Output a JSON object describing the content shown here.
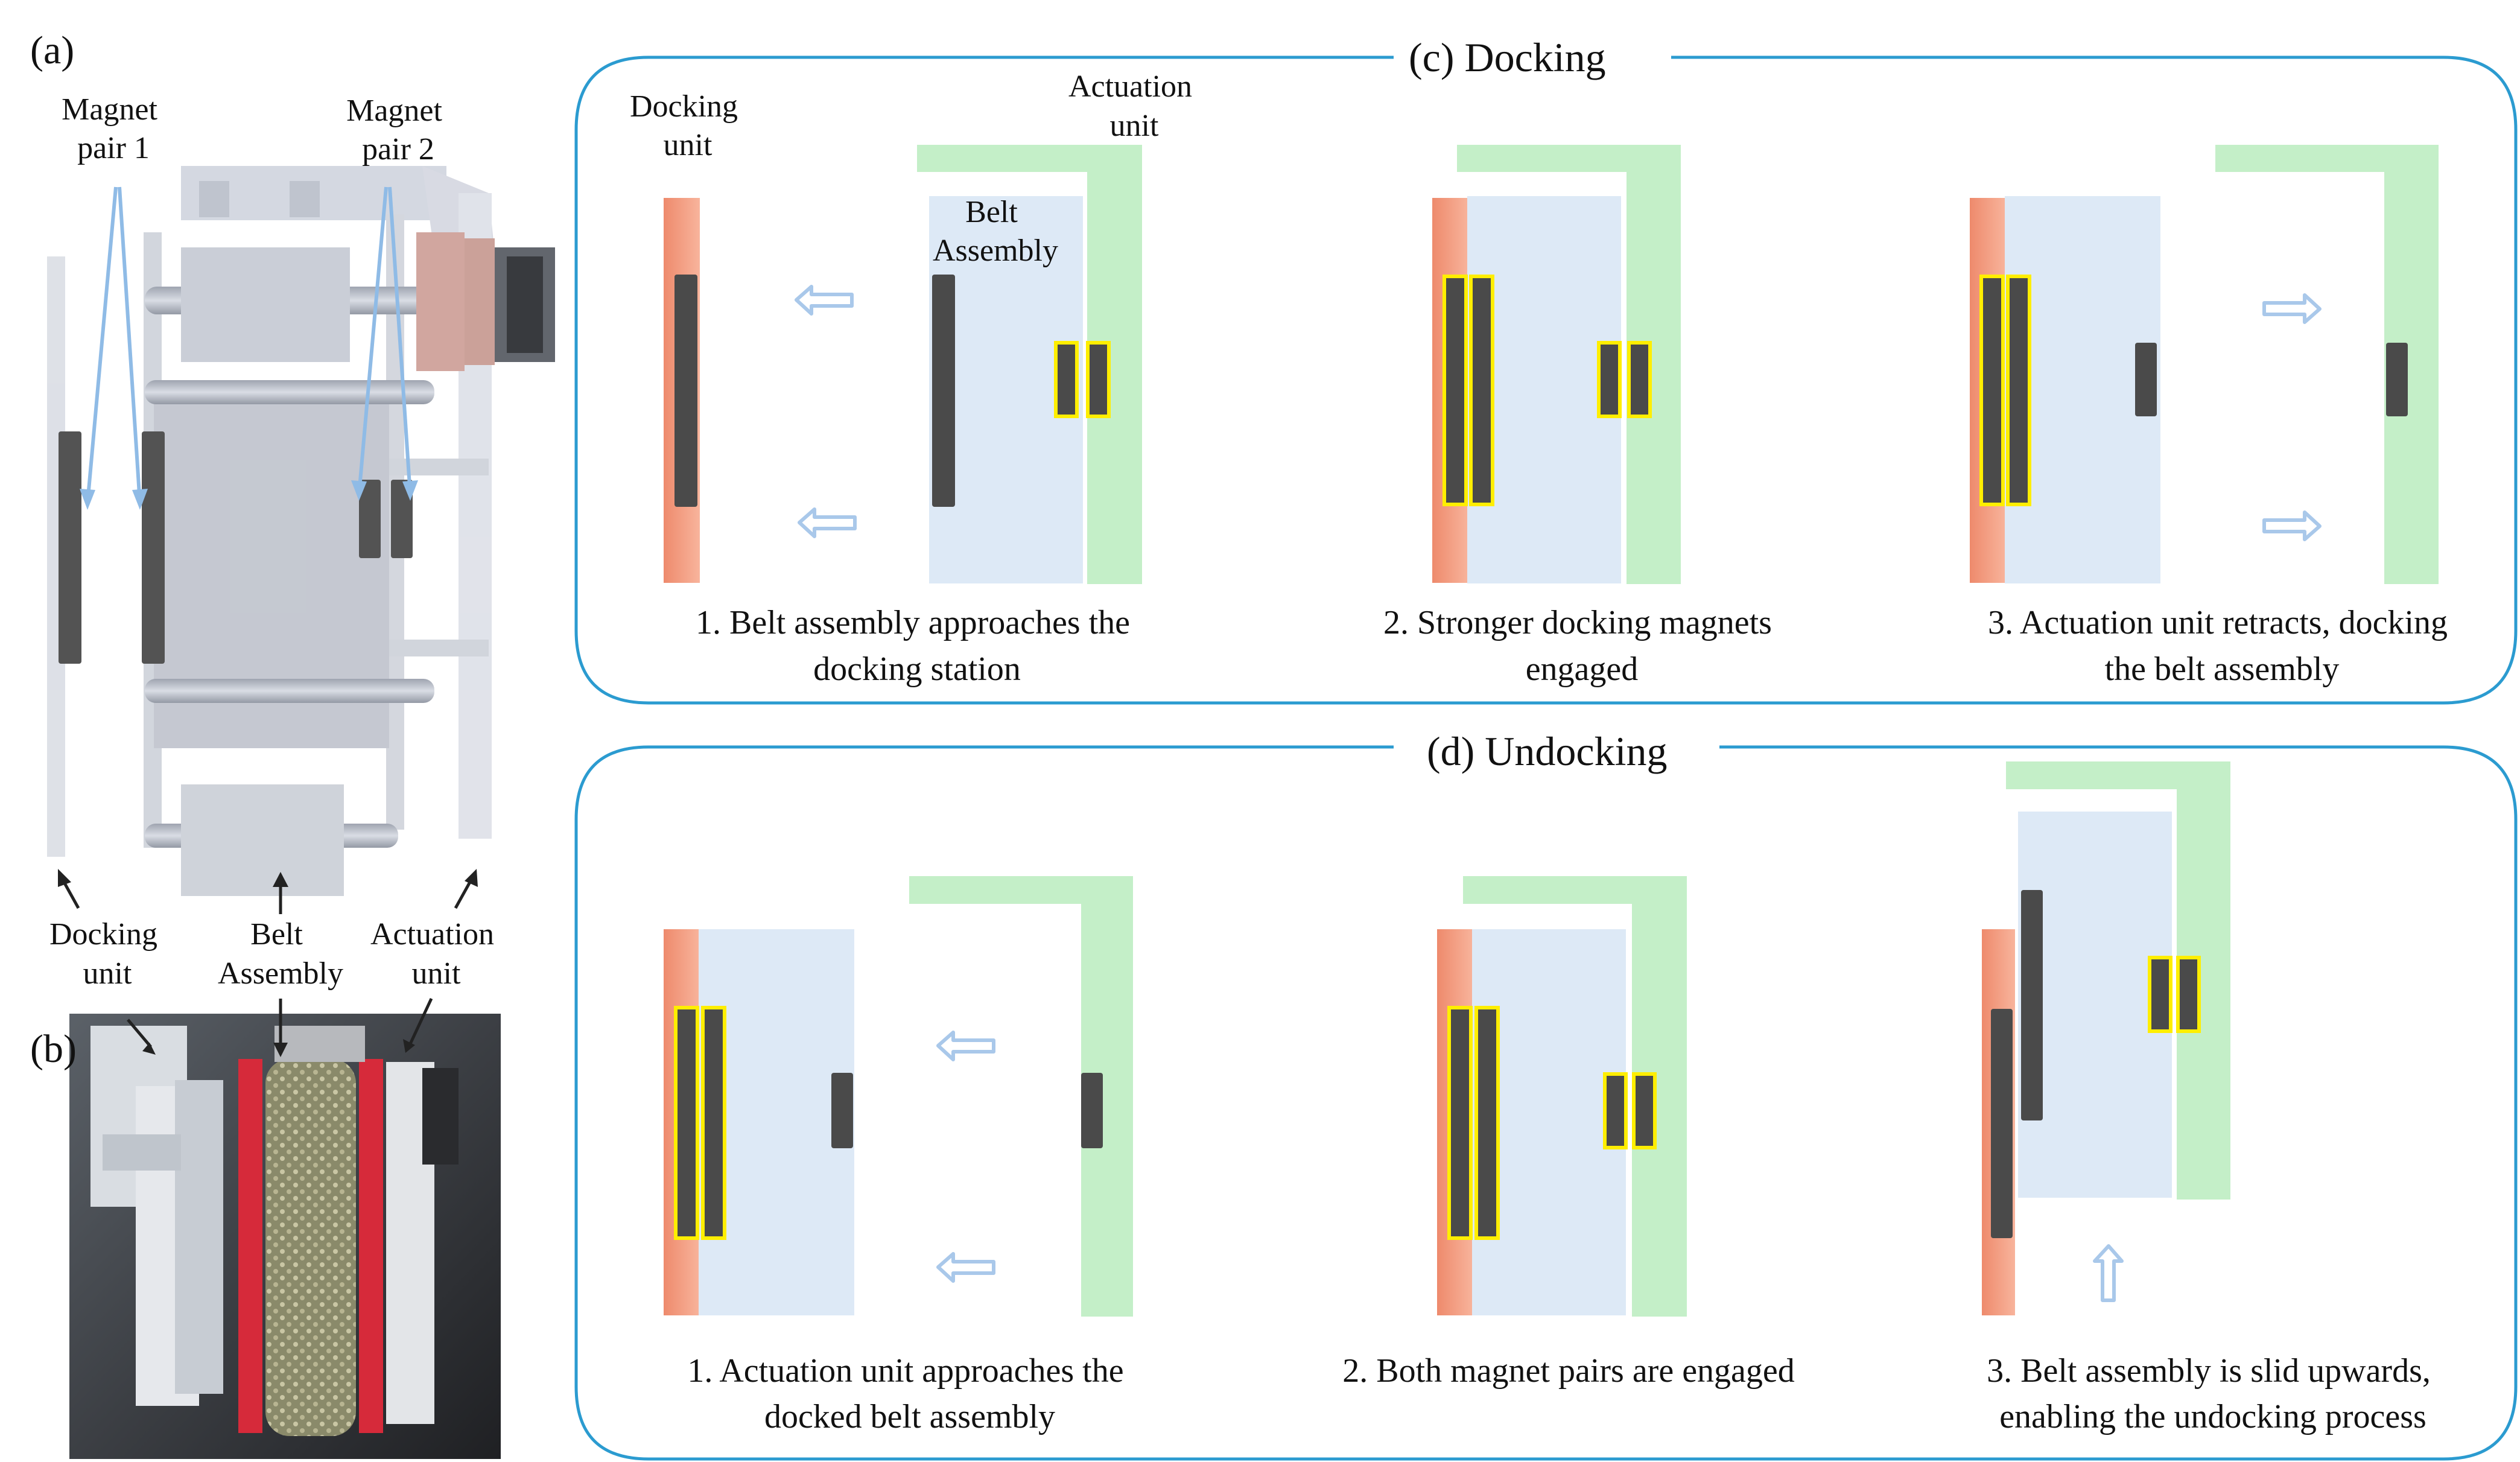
{
  "panel_labels": {
    "a": "(a)",
    "b": "(b)"
  },
  "panel_a": {
    "magnet_pair_1": [
      "Magnet",
      "pair 1"
    ],
    "magnet_pair_2": [
      "Magnet",
      "pair 2"
    ],
    "docking_unit": [
      "Docking",
      "unit"
    ],
    "belt_assembly": [
      "Belt",
      "Assembly"
    ],
    "actuation_unit": [
      "Actuation",
      "unit"
    ]
  },
  "docking": {
    "title": "(c)  Docking",
    "labels": {
      "docking_unit": [
        "Docking",
        "unit"
      ],
      "actuation_unit": [
        "Actuation",
        "unit"
      ],
      "belt_assembly": [
        "Belt",
        "Assembly"
      ]
    },
    "steps": [
      [
        "1. Belt assembly approaches the",
        "docking station"
      ],
      [
        "2. Stronger docking magnets",
        "engaged"
      ],
      [
        "3. Actuation unit retracts, docking",
        "the belt assembly"
      ]
    ]
  },
  "undocking": {
    "title": "(d) Undocking",
    "steps": [
      [
        "1. Actuation unit approaches the",
        "docked belt assembly"
      ],
      [
        "2. Both magnet pairs are engaged",
        ""
      ],
      [
        "3. Belt assembly is slid upwards,",
        "enabling the undocking process"
      ]
    ]
  },
  "colors": {
    "frame": "#2b9bd0",
    "docking_unit": "#f4a58c",
    "belt_assembly": "#dde9f6",
    "actuation_unit": "#c4efc8",
    "magnet": "#4a4a4a",
    "engaged_outline": "#ffee00",
    "arrow": "#a9c8ea"
  }
}
